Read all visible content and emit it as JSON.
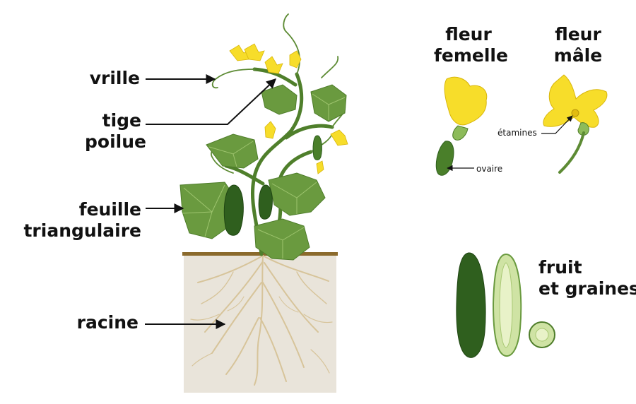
{
  "plant_labels": {
    "tendril": "vrille",
    "stem": [
      "tige",
      "poilue"
    ],
    "leaf": [
      "feuille",
      "triangulaire"
    ],
    "root": "racine"
  },
  "flowers": {
    "female_title": [
      "fleur",
      "femelle"
    ],
    "male_title": [
      "fleur",
      "mâle"
    ],
    "ovary": "ovaire",
    "stamens": "étamines"
  },
  "fruit": {
    "title": [
      "fruit",
      "et graines"
    ]
  },
  "colors": {
    "leaf": "#6a9a3f",
    "leaf_light": "#8dbb5a",
    "stem": "#4f7f2b",
    "cucumber": "#2f5f1e",
    "flower": "#f7dd2a",
    "soil": "#e9e4da",
    "soil_line": "#8b6a2c",
    "root": "#d7c49a"
  }
}
